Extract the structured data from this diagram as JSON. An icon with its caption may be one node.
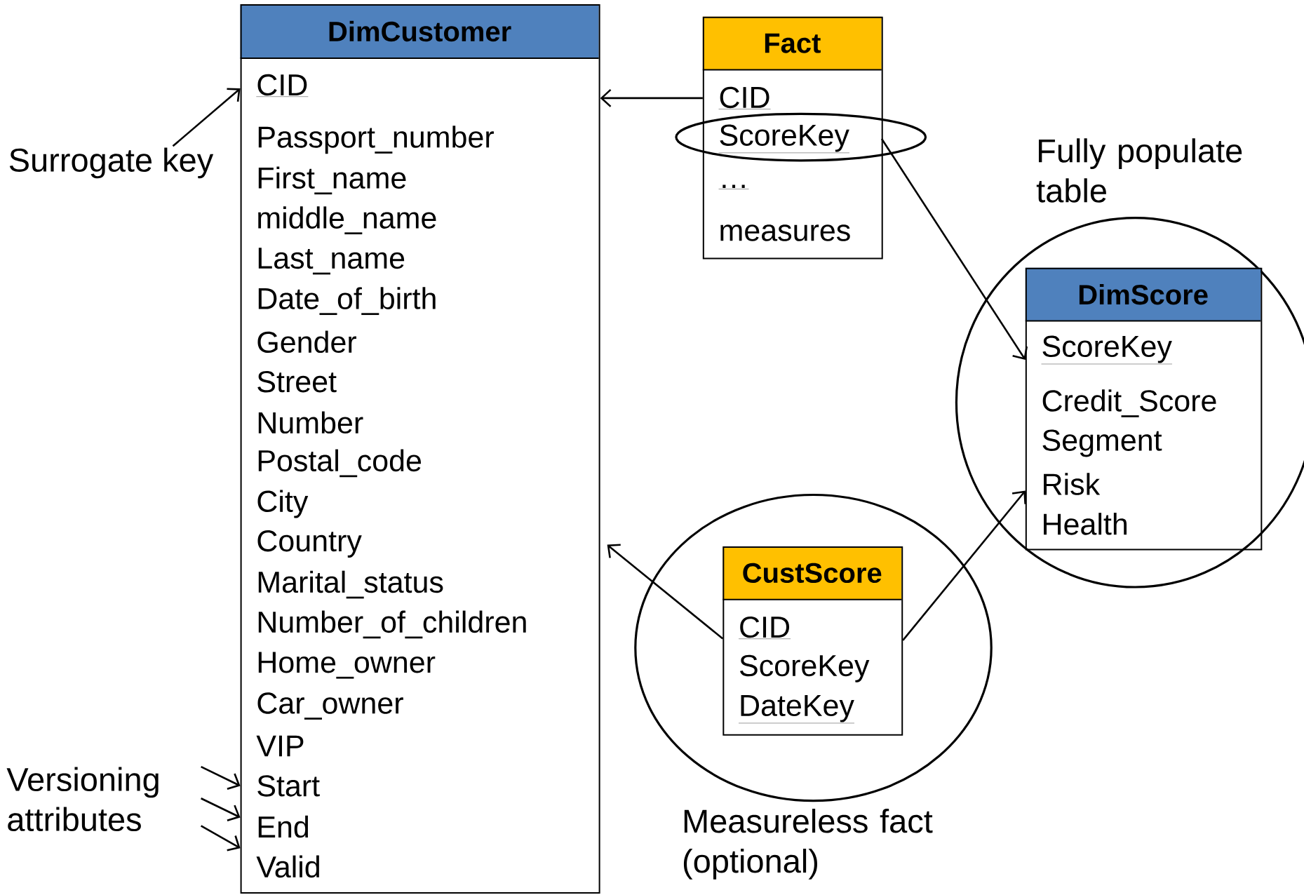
{
  "diagram": {
    "nodes": [
      {
        "text": [
          "DimCustomer"
        ]
      },
      {
        "text": [
          "CID"
        ],
        "in": 0
      },
      {
        "text": [
          "Passport_number"
        ],
        "in": 0
      },
      {
        "text": [
          "First_name"
        ],
        "in": 0
      },
      {
        "text": [
          "middle_name"
        ],
        "in": 0
      },
      {
        "text": [
          "Last_name"
        ],
        "in": 0
      },
      {
        "text": [
          "Date_of_birth"
        ],
        "in": 0
      },
      {
        "text": [
          "Gender"
        ],
        "in": 0
      },
      {
        "text": [
          "Street"
        ],
        "in": 0
      },
      {
        "text": [
          "Number"
        ],
        "in": 0
      },
      {
        "text": [
          "Postal_code"
        ],
        "in": 0
      },
      {
        "text": [
          "City"
        ],
        "in": 0
      },
      {
        "text": [
          "Country"
        ],
        "in": 0
      },
      {
        "text": [
          "Marital_status"
        ],
        "in": 0
      },
      {
        "text": [
          "Number_of_children"
        ],
        "in": 0
      },
      {
        "text": [
          "Home_owner"
        ],
        "in": 0
      },
      {
        "text": [
          "Car_owner"
        ],
        "in": 0
      },
      {
        "text": [
          "VIP"
        ],
        "in": 0
      },
      {
        "text": [
          "Start"
        ],
        "in": 0
      },
      {
        "text": [
          "End"
        ],
        "in": 0
      },
      {
        "text": [
          "Valid"
        ],
        "in": 0
      },
      {
        "text": [
          "Fact"
        ]
      },
      {
        "text": [
          "CID"
        ],
        "in": 21
      },
      {
        "text": [
          "ScoreKey"
        ],
        "in": 21
      },
      {
        "text": [
          "…"
        ],
        "in": 21
      },
      {
        "text": [
          "measures"
        ],
        "in": 21
      },
      {
        "text": [
          "Surrogate key"
        ]
      },
      {
        "text": [
          "Versioning attributes"
        ]
      },
      {
        "text": [
          "DimScore"
        ]
      },
      {
        "text": [
          "ScoreKey"
        ],
        "in": 28
      },
      {
        "text": [
          "Credit_Score"
        ],
        "in": 28
      },
      {
        "text": [
          "Segment"
        ],
        "in": 28
      },
      {
        "text": [
          "Risk"
        ],
        "in": 28
      },
      {
        "text": [
          "Health"
        ],
        "in": 28
      },
      {
        "text": [
          "CustScore"
        ]
      },
      {
        "text": [
          "CID"
        ],
        "in": 34
      },
      {
        "text": [
          "ScoreKey"
        ],
        "in": 34
      },
      {
        "text": [
          "DateKey"
        ],
        "in": 34
      }
    ],
    "edges": [
      {
        "from": 22,
        "to": 0,
        "arrow": "to"
      },
      {
        "from": 23,
        "to": 29,
        "arrow": "to"
      },
      {
        "from": 34,
        "to": 0,
        "arrow": "to"
      },
      {
        "from": 34,
        "to": 28,
        "arrow": "to"
      },
      {
        "from": 26,
        "to": 1,
        "arrow": "to"
      },
      {
        "from": 27,
        "to": 18,
        "arrow": "to"
      },
      {
        "from": 27,
        "to": 19,
        "arrow": "to"
      },
      {
        "from": 27,
        "to": 20,
        "arrow": "to"
      }
    ],
    "labels": [
      "Fully populate table",
      "Measureless fact (optional)"
    ]
  }
}
